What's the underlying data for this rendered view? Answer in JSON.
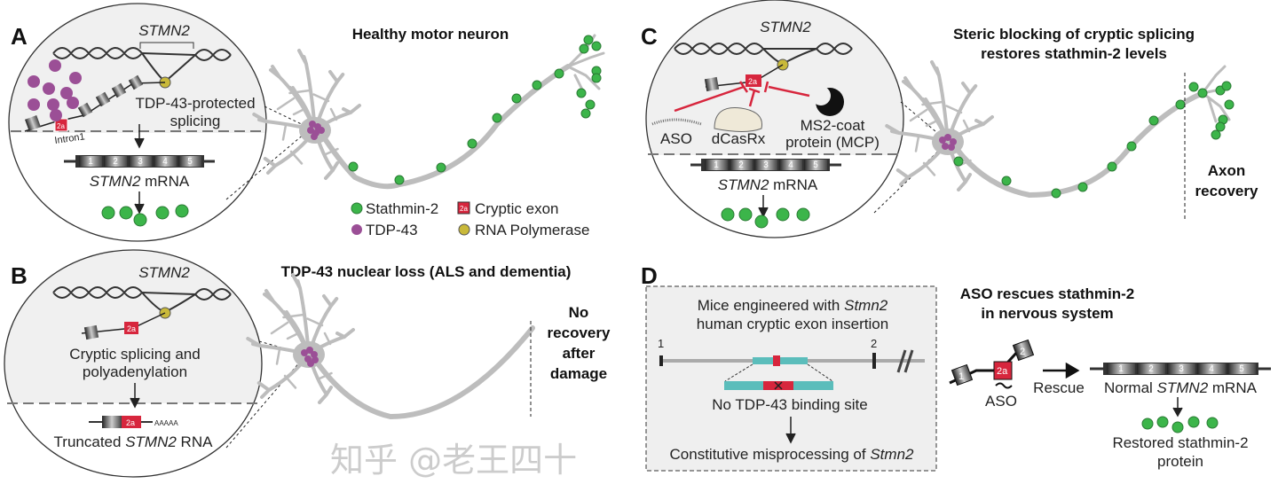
{
  "colors": {
    "stathmin": "#3cb54a",
    "tdp43": "#9b4f96",
    "cryptic_exon": "#d7263d",
    "polymerase": "#c9b93a",
    "neuron": "#bdbdbd",
    "teal": "#5bbdbb",
    "blocker": "#d7263d"
  },
  "panelA": {
    "letter": "A",
    "title": "Healthy motor neuron",
    "gene": "STMN2",
    "splicing": [
      "TDP-43-protected",
      "splicing"
    ],
    "intron": "Intron1",
    "mrna_gene": "STMN2",
    "mrna_suffix": " mRNA",
    "exons": [
      "1",
      "2",
      "3",
      "4",
      "5"
    ],
    "cryptic": "2a"
  },
  "legend": {
    "stathmin": "Stathmin-2",
    "tdp43": "TDP-43",
    "cryptic": "Cryptic exon",
    "cryptic_glyph": "2a",
    "polymerase": "RNA Polymerase"
  },
  "panelB": {
    "letter": "B",
    "title": "TDP-43 nuclear loss (ALS and dementia)",
    "gene": "STMN2",
    "process": [
      "Cryptic splicing and",
      "polyadenylation"
    ],
    "polyA": "AAAAA",
    "truncated_prefix": "Truncated ",
    "truncated_gene": "STMN2",
    "truncated_suffix": " RNA",
    "outcome": [
      "No",
      "recovery",
      "after",
      "damage"
    ]
  },
  "panelC": {
    "letter": "C",
    "title": [
      "Steric blocking of cryptic splicing",
      "restores stathmin-2 levels"
    ],
    "gene": "STMN2",
    "aso": "ASO",
    "dcasrx": "dCasRx",
    "mcp": [
      "MS2-coat",
      "protein (MCP)"
    ],
    "mrna_gene": "STMN2",
    "mrna_suffix": " mRNA",
    "outcome": [
      "Axon",
      "recovery"
    ]
  },
  "panelD": {
    "letter": "D",
    "box_title_prefix": "Mice engineered with ",
    "box_title_gene": "Stmn2",
    "box_title_line2": "human cryptic exon insertion",
    "exon1": "1",
    "exon2": "2",
    "binding": "No TDP-43 binding site",
    "result_prefix": "Constitutive misprocessing of ",
    "result_gene": "Stmn2",
    "title": [
      "ASO rescues stathmin-2",
      "in nervous system"
    ],
    "aso": "ASO",
    "rescue": "Rescue",
    "normal_prefix": "Normal ",
    "normal_gene": "STMN2",
    "normal_suffix": " mRNA",
    "restored": [
      "Restored stathmin-2",
      "protein"
    ]
  },
  "watermark": "知乎 @老王四十"
}
